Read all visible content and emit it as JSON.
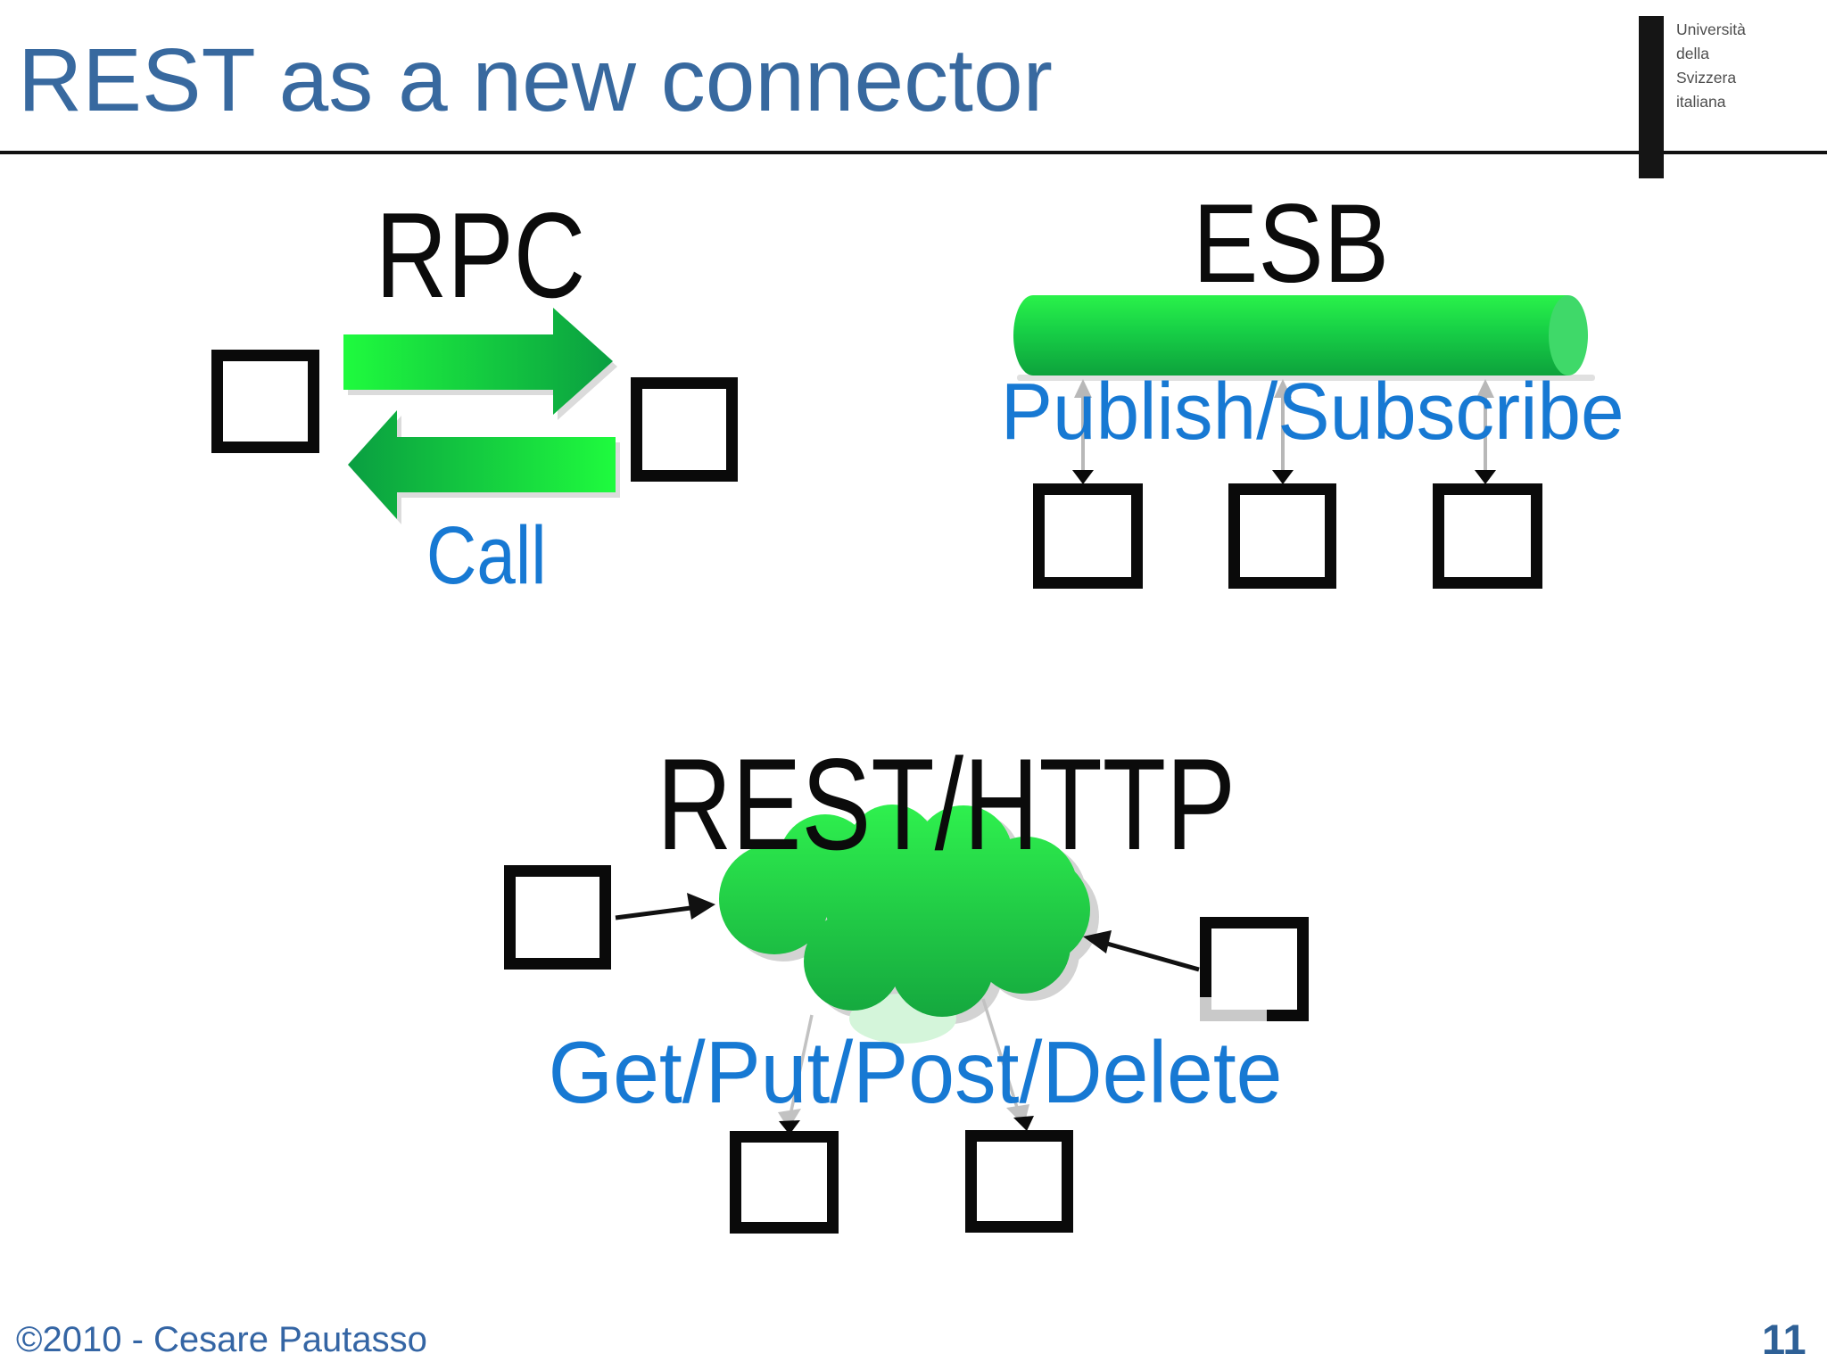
{
  "slide": {
    "title": "REST as a new connector",
    "footer_left": "©2010 - Cesare Pautasso",
    "page_number": "11"
  },
  "logo": {
    "lines": [
      "Università",
      "della",
      "Svizzera",
      "italiana"
    ]
  },
  "diagrams": {
    "rpc": {
      "title": "RPC",
      "label": "Call",
      "elements": [
        "client-box",
        "request-arrow",
        "server-box",
        "response-arrow"
      ]
    },
    "esb": {
      "title": "ESB",
      "label": "Publish/Subscribe",
      "elements": [
        "bus-cylinder",
        "connector-arrow-1",
        "connector-arrow-2",
        "connector-arrow-3",
        "endpoint-box-1",
        "endpoint-box-2",
        "endpoint-box-3"
      ]
    },
    "rest": {
      "title": "REST/HTTP",
      "label": "Get/Put/Post/Delete",
      "elements": [
        "web-cloud",
        "client-box-left",
        "client-box-right",
        "resource-box-1",
        "resource-box-2"
      ]
    }
  },
  "colors": {
    "title_blue": "#38699f",
    "label_blue": "#1779d3",
    "footer_blue": "#3465a4",
    "page_blue": "#2e6096",
    "green_light": "#1ffb3e",
    "green_dark": "#0a9e41",
    "cyl_light": "#2af24a",
    "cyl_mid": "#17cf46",
    "cyl_dark": "#0da23c",
    "cyl_cap": "#3fd969",
    "cloud_light": "#2ff14e",
    "cloud_dark": "#14a63e",
    "box_black": "#0a0a0a",
    "gray_arrow": "#b8b8b8",
    "logo_gray": "#4d4d4d"
  }
}
